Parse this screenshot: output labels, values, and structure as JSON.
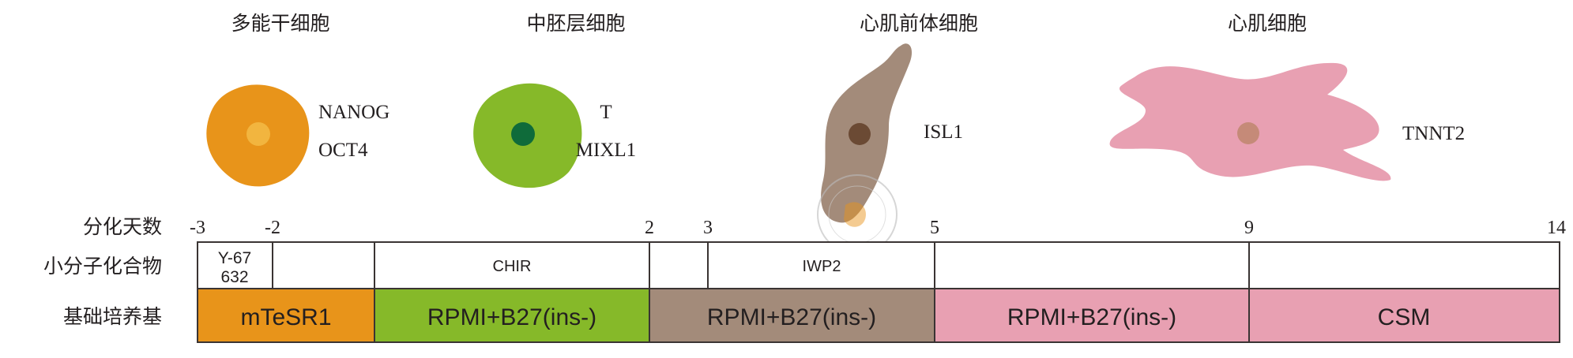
{
  "stages": [
    {
      "title": "多能干细胞",
      "markers": [
        "NANOG",
        "OCT4"
      ],
      "color": "#E8941A"
    },
    {
      "title": "中胚层细胞",
      "markers": [
        "T",
        "MIXL1"
      ],
      "color": "#86B929"
    },
    {
      "title": "心肌前体细胞",
      "markers": [
        "ISL1"
      ],
      "color": "#A38B7A"
    },
    {
      "title": "心肌细胞",
      "markers": [
        "TNNT2"
      ],
      "color": "#E8A0B2"
    }
  ],
  "row_labels": {
    "days": "分化天数",
    "compounds": "小分子化合物",
    "medium": "基础培养基"
  },
  "days": [
    "-3",
    "-2",
    "2",
    "3",
    "5",
    "9",
    "14"
  ],
  "compounds": {
    "y27632_line1": "Y-67",
    "y27632_line2": "632",
    "chir": "CHIR",
    "iwp2": "IWP2"
  },
  "media": [
    "mTeSR1",
    "RPMI+B27(ins-)",
    "RPMI+B27(ins-)",
    "RPMI+B27(ins-)",
    "CSM"
  ]
}
